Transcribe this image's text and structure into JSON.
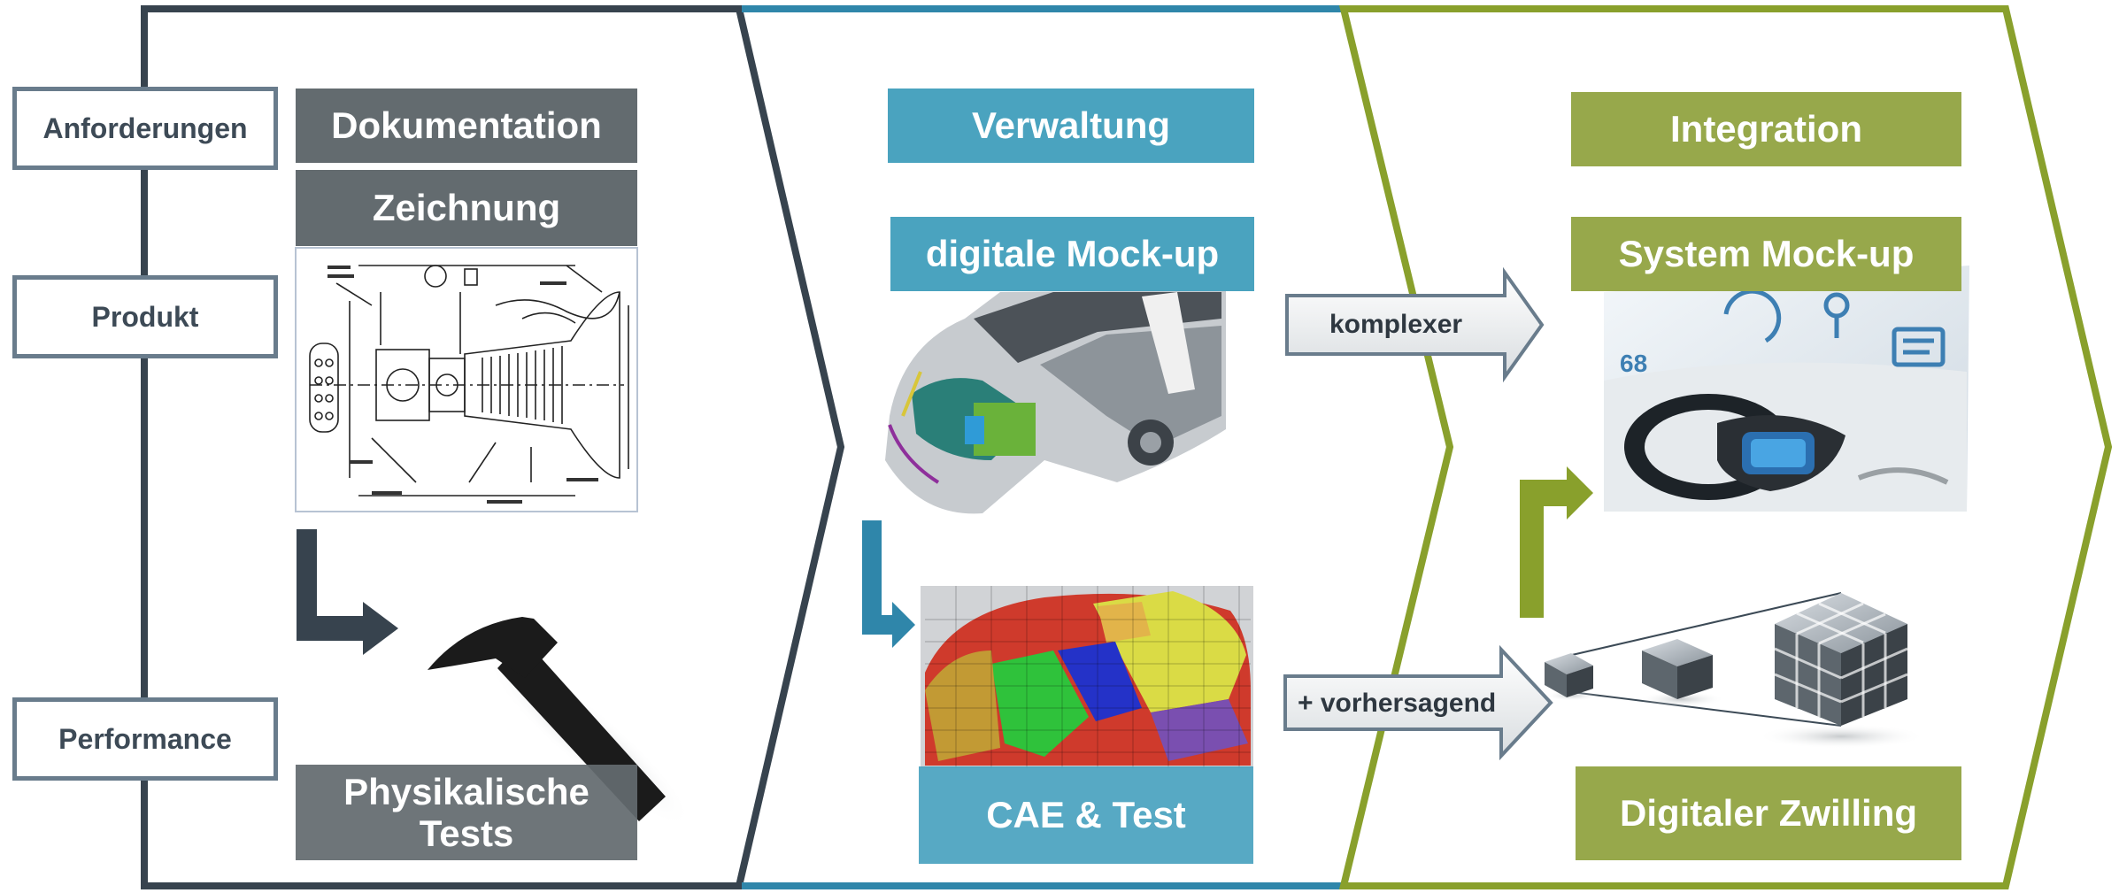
{
  "side_labels": {
    "requirements": "Anforderungen",
    "product": "Produkt",
    "performance": "Performance"
  },
  "stage1": {
    "documentation": "Dokumentation",
    "drawing": "Zeichnung",
    "physical_tests": "Physikalische Tests"
  },
  "stage2": {
    "management": "Verwaltung",
    "digital_mockup": "digitale Mock-up",
    "cae_test": "CAE & Test"
  },
  "stage3": {
    "integration": "Integration",
    "system_mockup": "System Mock-up",
    "digital_twin": "Digitaler Zwilling"
  },
  "arrows": {
    "more_complex": "komplexer",
    "predictive": "+ vorhersagend"
  },
  "colors": {
    "stage1_border": "#37434e",
    "stage2_border": "#2f86aa",
    "stage3_border": "#89a02c",
    "gray_box": "#636b6f",
    "teal_box": "#4aa3bf",
    "olive_box": "#97a84b"
  },
  "icons": [
    "engineering-drawing-icon",
    "hammer-icon",
    "car-body-mockup-icon",
    "car-fem-mesh-icon",
    "car-dashboard-icon",
    "cube-icon"
  ]
}
